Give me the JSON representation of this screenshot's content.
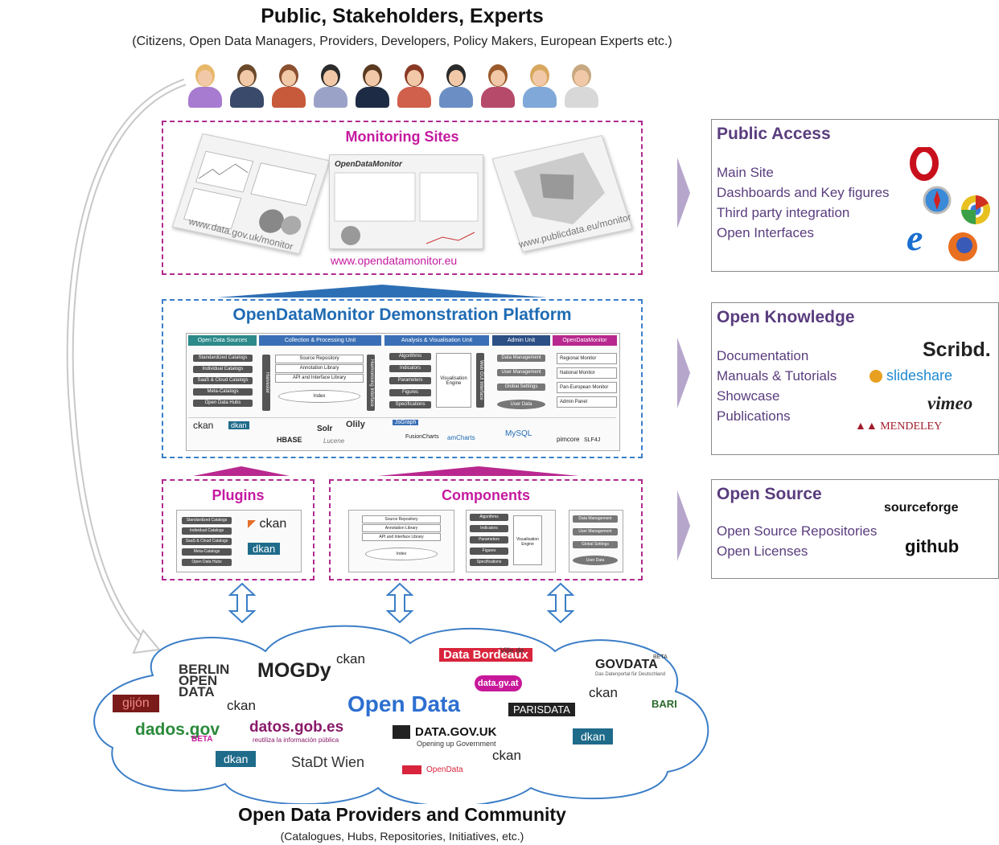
{
  "header": {
    "title": "Public, Stakeholders, Experts",
    "subtitle": "(Citizens, Open Data Managers, Providers, Developers, Policy Makers, European Experts etc.)"
  },
  "people_colors": [
    {
      "head": "#e8b86a",
      "body": "#a77bd0"
    },
    {
      "head": "#6b4a2b",
      "body": "#3a4a6a"
    },
    {
      "head": "#8a5030",
      "body": "#c65a3a"
    },
    {
      "head": "#2b2b2b",
      "body": "#9aa3c7"
    },
    {
      "head": "#5a3a20",
      "body": "#1e2b44"
    },
    {
      "head": "#8a3a24",
      "body": "#d05f4c"
    },
    {
      "head": "#2a2a2a",
      "body": "#6b8fc4"
    },
    {
      "head": "#9a5a2a",
      "body": "#b64a6b"
    },
    {
      "head": "#d8a860",
      "body": "#80a8d8"
    },
    {
      "head": "#c8a880",
      "body": "#d8d8d8"
    }
  ],
  "monitoring": {
    "title": "Monitoring Sites",
    "center_logo": "OpenDataMonitor",
    "url_center": "www.opendatamonitor.eu",
    "url_left": "www.data.gov.uk/monitor",
    "url_right": "www.publicdata.eu/monitor"
  },
  "platform": {
    "title": "OpenDataMonitor Demonstration Platform",
    "columns": [
      {
        "label": "Open Data Sources",
        "color": "#2d8a8a"
      },
      {
        "label": "Collection & Processing Unit",
        "color": "#3a6fb5"
      },
      {
        "label": "Analysis & Visualisation Unit",
        "color": "#3a6fb5"
      },
      {
        "label": "Admin Unit",
        "color": "#2c4f86"
      },
      {
        "label": "OpenDataMonitor",
        "color": "#b8288f"
      }
    ],
    "sources": [
      "Standardized Catalogs",
      "Individual Catalogs",
      "SaaS & Cloud Catalogs",
      "Meta-Catalogs",
      "Open Data Hubs"
    ],
    "collection": [
      "Source Repository",
      "Annotation Library",
      "API and Interface Library",
      "Index"
    ],
    "collection_side_left": "Harvester",
    "collection_side_right": "Harmonising Interface",
    "analysis": [
      "Algorithms",
      "Indicators",
      "Parameters",
      "Figures",
      "Specifications"
    ],
    "analysis_engine": "Visualisation Engine",
    "analysis_side": "Web GUI Interface",
    "admin": [
      "Data Management",
      "User Management",
      "Global Settings",
      "User Data"
    ],
    "odm": [
      "Regional Monitor",
      "National Monitor",
      "Pan-European Monitor",
      "Admin Panel"
    ],
    "bottom_logos": [
      "ckan",
      "dkan",
      "Solr",
      "Olily",
      "HBASE",
      "Lucene",
      "JsGraph",
      "FusionCharts",
      "amCharts",
      "MySQL",
      "pimcore",
      "SLF4J"
    ]
  },
  "plugins": {
    "title": "Plugins",
    "items": [
      "Standardized Catalogs",
      "Individual Catalogs",
      "SaaS & Cloud Catalogs",
      "Meta-Catalogs",
      "Open Data Hubs"
    ],
    "logo_ckan": "ckan",
    "logo_dkan": "dkan"
  },
  "components": {
    "title": "Components",
    "collection": [
      "Source Repository",
      "Annotation Library",
      "API and Interface Library",
      "Index"
    ],
    "analysis": [
      "Algorithms",
      "Indicators",
      "Parameters",
      "Figures",
      "Specifications"
    ],
    "engine": "Visualisation Engine",
    "admin": [
      "Data Management",
      "User Management",
      "Global Settings",
      "User Data"
    ]
  },
  "side_panels": [
    {
      "title": "Open Knowledge",
      "lines": [
        "Documentation",
        "Manuals & Tutorials",
        "Showcase",
        "Publications"
      ],
      "logos": [
        "Scribd.",
        "slideshare",
        "vimeo",
        "MENDELEY"
      ]
    },
    {
      "title": "Open Source",
      "lines": [
        "Open  Source Repositories",
        "Open Licenses"
      ],
      "logos": [
        "sourceforge",
        "github"
      ]
    }
  ],
  "public_access": {
    "title": "Public Access",
    "lines": [
      "Main Site",
      "Dashboards and Key figures",
      "Third party integration",
      "Open Interfaces"
    ]
  },
  "cloud": {
    "title": "Open Data",
    "logos": [
      "BERLIN OPEN DATA",
      "MOGDy",
      "ckan",
      "Data Bordeaux",
      "Ville de",
      "GOVDATA",
      "BETA",
      "Das Datenportal für Deutschland",
      "data.gv.at",
      "ckan",
      "BARI",
      "gijón",
      "ckan",
      "PARISDATA",
      "dados.gov",
      "BETA",
      "datos.gob.es",
      "reutiliza la información pública",
      "DATA.GOV.UK",
      "Opening up Government",
      "dkan",
      "dkan",
      "StaDt Wien",
      "ckan",
      "OpenData"
    ]
  },
  "footer": {
    "title": "Open Data Providers and Community",
    "subtitle": "(Catalogues, Hubs, Repositories, Initiatives, etc.)"
  }
}
